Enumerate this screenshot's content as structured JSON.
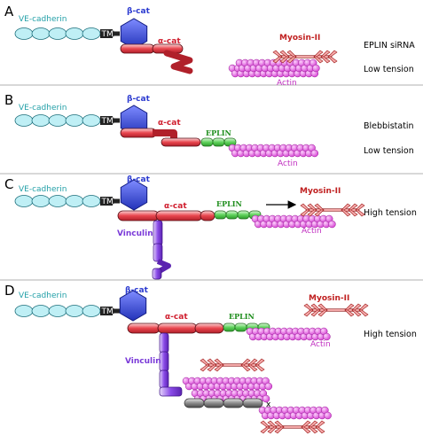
{
  "panels": [
    {
      "letter": "A",
      "conditions": [
        "EPLIN siRNA",
        "Low tension"
      ]
    },
    {
      "letter": "B",
      "conditions": [
        "Blebbistatin",
        "Low tension"
      ]
    },
    {
      "letter": "C",
      "conditions": [
        "High tension"
      ]
    },
    {
      "letter": "D",
      "conditions": [
        "High tension"
      ]
    }
  ],
  "labels": {
    "ve_cadherin": "VE-cadherin",
    "tm": "TM",
    "beta_cat": "β-cat",
    "alpha_cat": "α-cat",
    "eplin": "EPLIN",
    "myosin": "Myosin-II",
    "actin": "Actin",
    "vinculin": "Vinculin",
    "x_mark": "x"
  },
  "colors": {
    "cadherin": "#bfeff5",
    "beta_cat": "#3f4fd8",
    "alpha_cat": "#e8454d",
    "eplin": "#5fd35c",
    "actin": "#e35fe0",
    "myosin": "#d23a3a",
    "vinculin": "#8a4be8",
    "grey": "#888888"
  }
}
